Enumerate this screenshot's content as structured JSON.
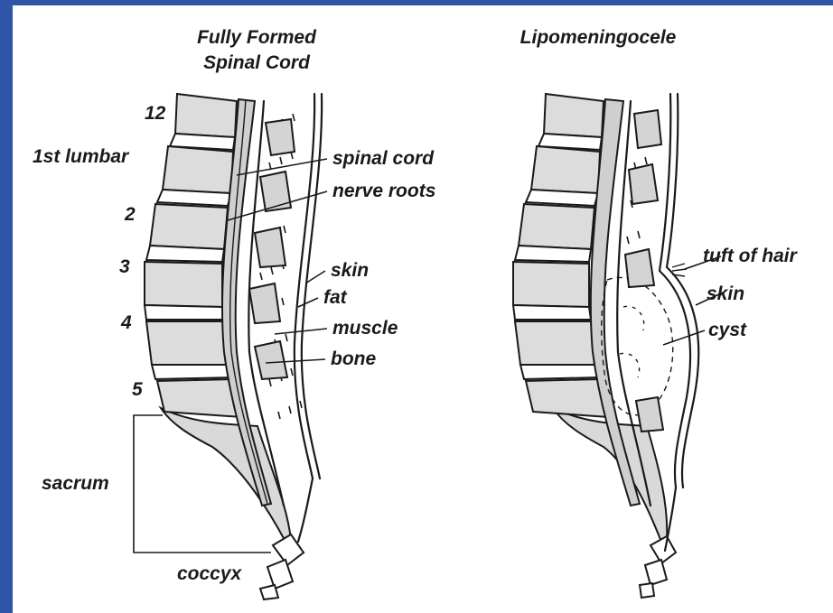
{
  "colors": {
    "frame": "#2f56a6",
    "panel": "#ffffff",
    "ink": "#1a1a1a",
    "bone": "#d9d9d9"
  },
  "left": {
    "title_line1": "Fully Formed",
    "title_line2": "Spinal Cord",
    "vertebra_labels": [
      "12",
      "1st lumbar",
      "2",
      "3",
      "4",
      "5"
    ],
    "sacrum": "sacrum",
    "coccyx": "coccyx",
    "parts": [
      "spinal cord",
      "nerve roots",
      "skin",
      "fat",
      "muscle",
      "bone"
    ]
  },
  "right": {
    "title": "Lipomeningocele",
    "parts": [
      "tuft of hair",
      "skin",
      "cyst"
    ]
  }
}
